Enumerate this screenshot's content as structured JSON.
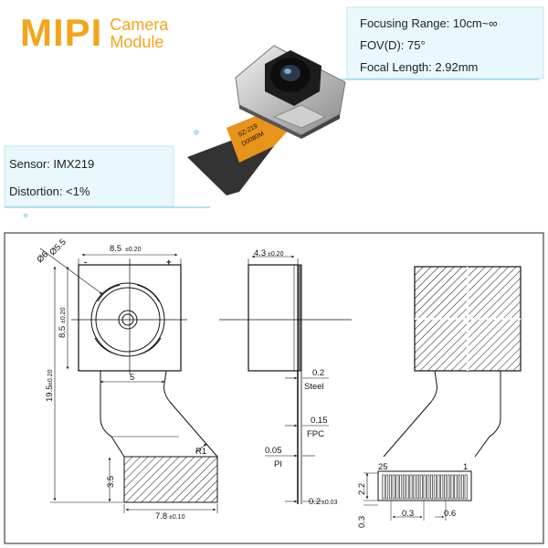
{
  "brand": {
    "big": "MIPI",
    "line1": "Camera",
    "line2": "Module"
  },
  "specs_right": [
    "Focusing Range: 10cm~∞",
    "FOV(D): 75°",
    "Focal Length: 2.92mm"
  ],
  "specs_left": [
    "Sensor: IMX219",
    "Distortion: <1%"
  ],
  "flex_print": [
    "SZ-219",
    "D0080M"
  ],
  "colors": {
    "brand": "#f4a51c",
    "flex": "#e8941a",
    "lines": "#111111"
  },
  "drawing": {
    "front": {
      "width": "8.5",
      "width_tol": "±0.20",
      "height": "8.5",
      "height_tol": "±0.20",
      "total": "19.5",
      "total_tol": "±0.20",
      "dia_outer": "Ø6",
      "dia_inner": "Ø5.5",
      "minus": "-",
      "plus": "+",
      "neck": "5",
      "radius": "R1",
      "conn_h": "3.5",
      "conn_w": "7.8",
      "conn_w_tol": "±0.10"
    },
    "side": {
      "thick": "4.3",
      "thick_tol": "±0.20",
      "steel": "0.2",
      "steel_label": "Steel",
      "fpc": "0.15",
      "fpc_label": "FPC",
      "pi": "0.05",
      "pi_label": "PI",
      "end": "0.2",
      "end_tol": "±0.03"
    },
    "back": {
      "pin_first": "25",
      "pin_last": "1",
      "pin_h": "2.2",
      "edge": "0.3",
      "pitch": "0.3",
      "pad": "0.6"
    }
  }
}
